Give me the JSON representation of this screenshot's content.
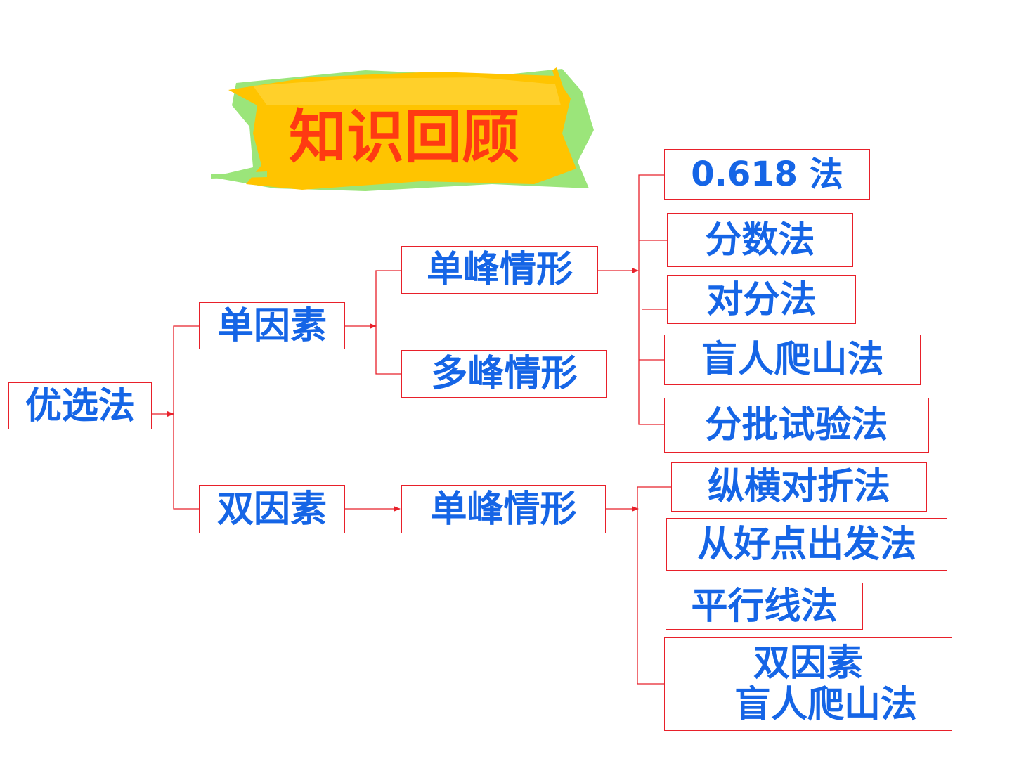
{
  "title": "知识回顾",
  "colors": {
    "text": "#1565e6",
    "border": "#e8202a",
    "title_text": "#ff3a12",
    "title_bg": "#ffc400",
    "title_accent": "#8fe86e"
  },
  "nodes": {
    "root": "优选法",
    "single_factor": "单因素",
    "double_factor": "双因素",
    "single_unimodal": "单峰情形",
    "single_multimodal": "多峰情形",
    "double_unimodal": "单峰情形",
    "m_0618": "0.618 法",
    "m_fraction": "分数法",
    "m_bisection": "对分法",
    "m_hill": "盲人爬山法",
    "m_batch": "分批试验法",
    "m_fold": "纵横对折法",
    "m_goodpoint": "从好点出发法",
    "m_parallel": "平行线法",
    "m_double_hill_1": "双因素",
    "m_double_hill_2": "盲人爬山法"
  }
}
